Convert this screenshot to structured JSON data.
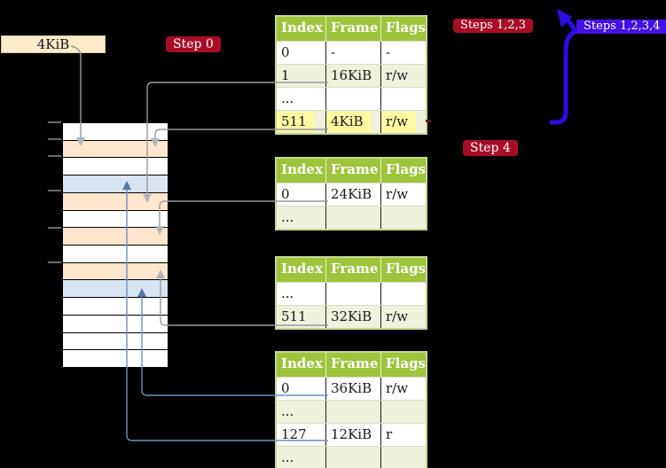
{
  "labels": {
    "page_size": "4KiB",
    "step0": "Step 0",
    "steps123": "Steps 1,2,3",
    "steps1234": "Steps 1,2,3,4",
    "step4": "Step 4"
  },
  "colors": {
    "background": "#000000",
    "badge_crimson": "#A80D28",
    "badge_blue": "#4311E6",
    "table_header_green": "#9EC43D",
    "table_row_shaded_green": "#EEF1DC",
    "table_border_green": "#C6D88F",
    "highlight_yellow": "#FDF9A2",
    "frame_label_cream": "#FAECCA",
    "memory_frame_orange": "#FCE6CE",
    "memory_page_blue": "#D8E4F2",
    "connector_gray": "#9B9B9B",
    "connector_blue": "#6F8FC0",
    "big_arrow_blue": "#2D0CE2"
  },
  "tables": [
    {
      "headers": [
        "Index",
        "Frame",
        "Flags"
      ],
      "rows": [
        {
          "cells": [
            "0",
            "-",
            "-"
          ],
          "shade": "white"
        },
        {
          "cells": [
            "1",
            "16KiB",
            "r/w"
          ],
          "shade": "green"
        },
        {
          "cells": [
            "...",
            "",
            ""
          ],
          "shade": "white"
        },
        {
          "cells": [
            "511",
            "4KiB",
            "r/w"
          ],
          "shade": "green",
          "highlighted": true
        }
      ]
    },
    {
      "headers": [
        "Index",
        "Frame",
        "Flags"
      ],
      "rows": [
        {
          "cells": [
            "0",
            "24KiB",
            "r/w"
          ],
          "shade": "white"
        },
        {
          "cells": [
            "...",
            "",
            ""
          ],
          "shade": "green"
        }
      ]
    },
    {
      "headers": [
        "Index",
        "Frame",
        "Flags"
      ],
      "rows": [
        {
          "cells": [
            "...",
            "",
            ""
          ],
          "shade": "white"
        },
        {
          "cells": [
            "511",
            "32KiB",
            "r/w"
          ],
          "shade": "green"
        }
      ]
    },
    {
      "headers": [
        "Index",
        "Frame",
        "Flags"
      ],
      "rows": [
        {
          "cells": [
            "0",
            "36KiB",
            "r/w"
          ],
          "shade": "white"
        },
        {
          "cells": [
            "...",
            "",
            ""
          ],
          "shade": "green"
        },
        {
          "cells": [
            "127",
            "12KiB",
            "r"
          ],
          "shade": "white"
        },
        {
          "cells": [
            "...",
            "",
            ""
          ],
          "shade": "green"
        }
      ]
    }
  ],
  "memory_rows": [
    "white",
    "orange",
    "white",
    "blue",
    "orange",
    "white",
    "orange",
    "white",
    "orange",
    "blue",
    "white",
    "white",
    "white",
    "white"
  ]
}
